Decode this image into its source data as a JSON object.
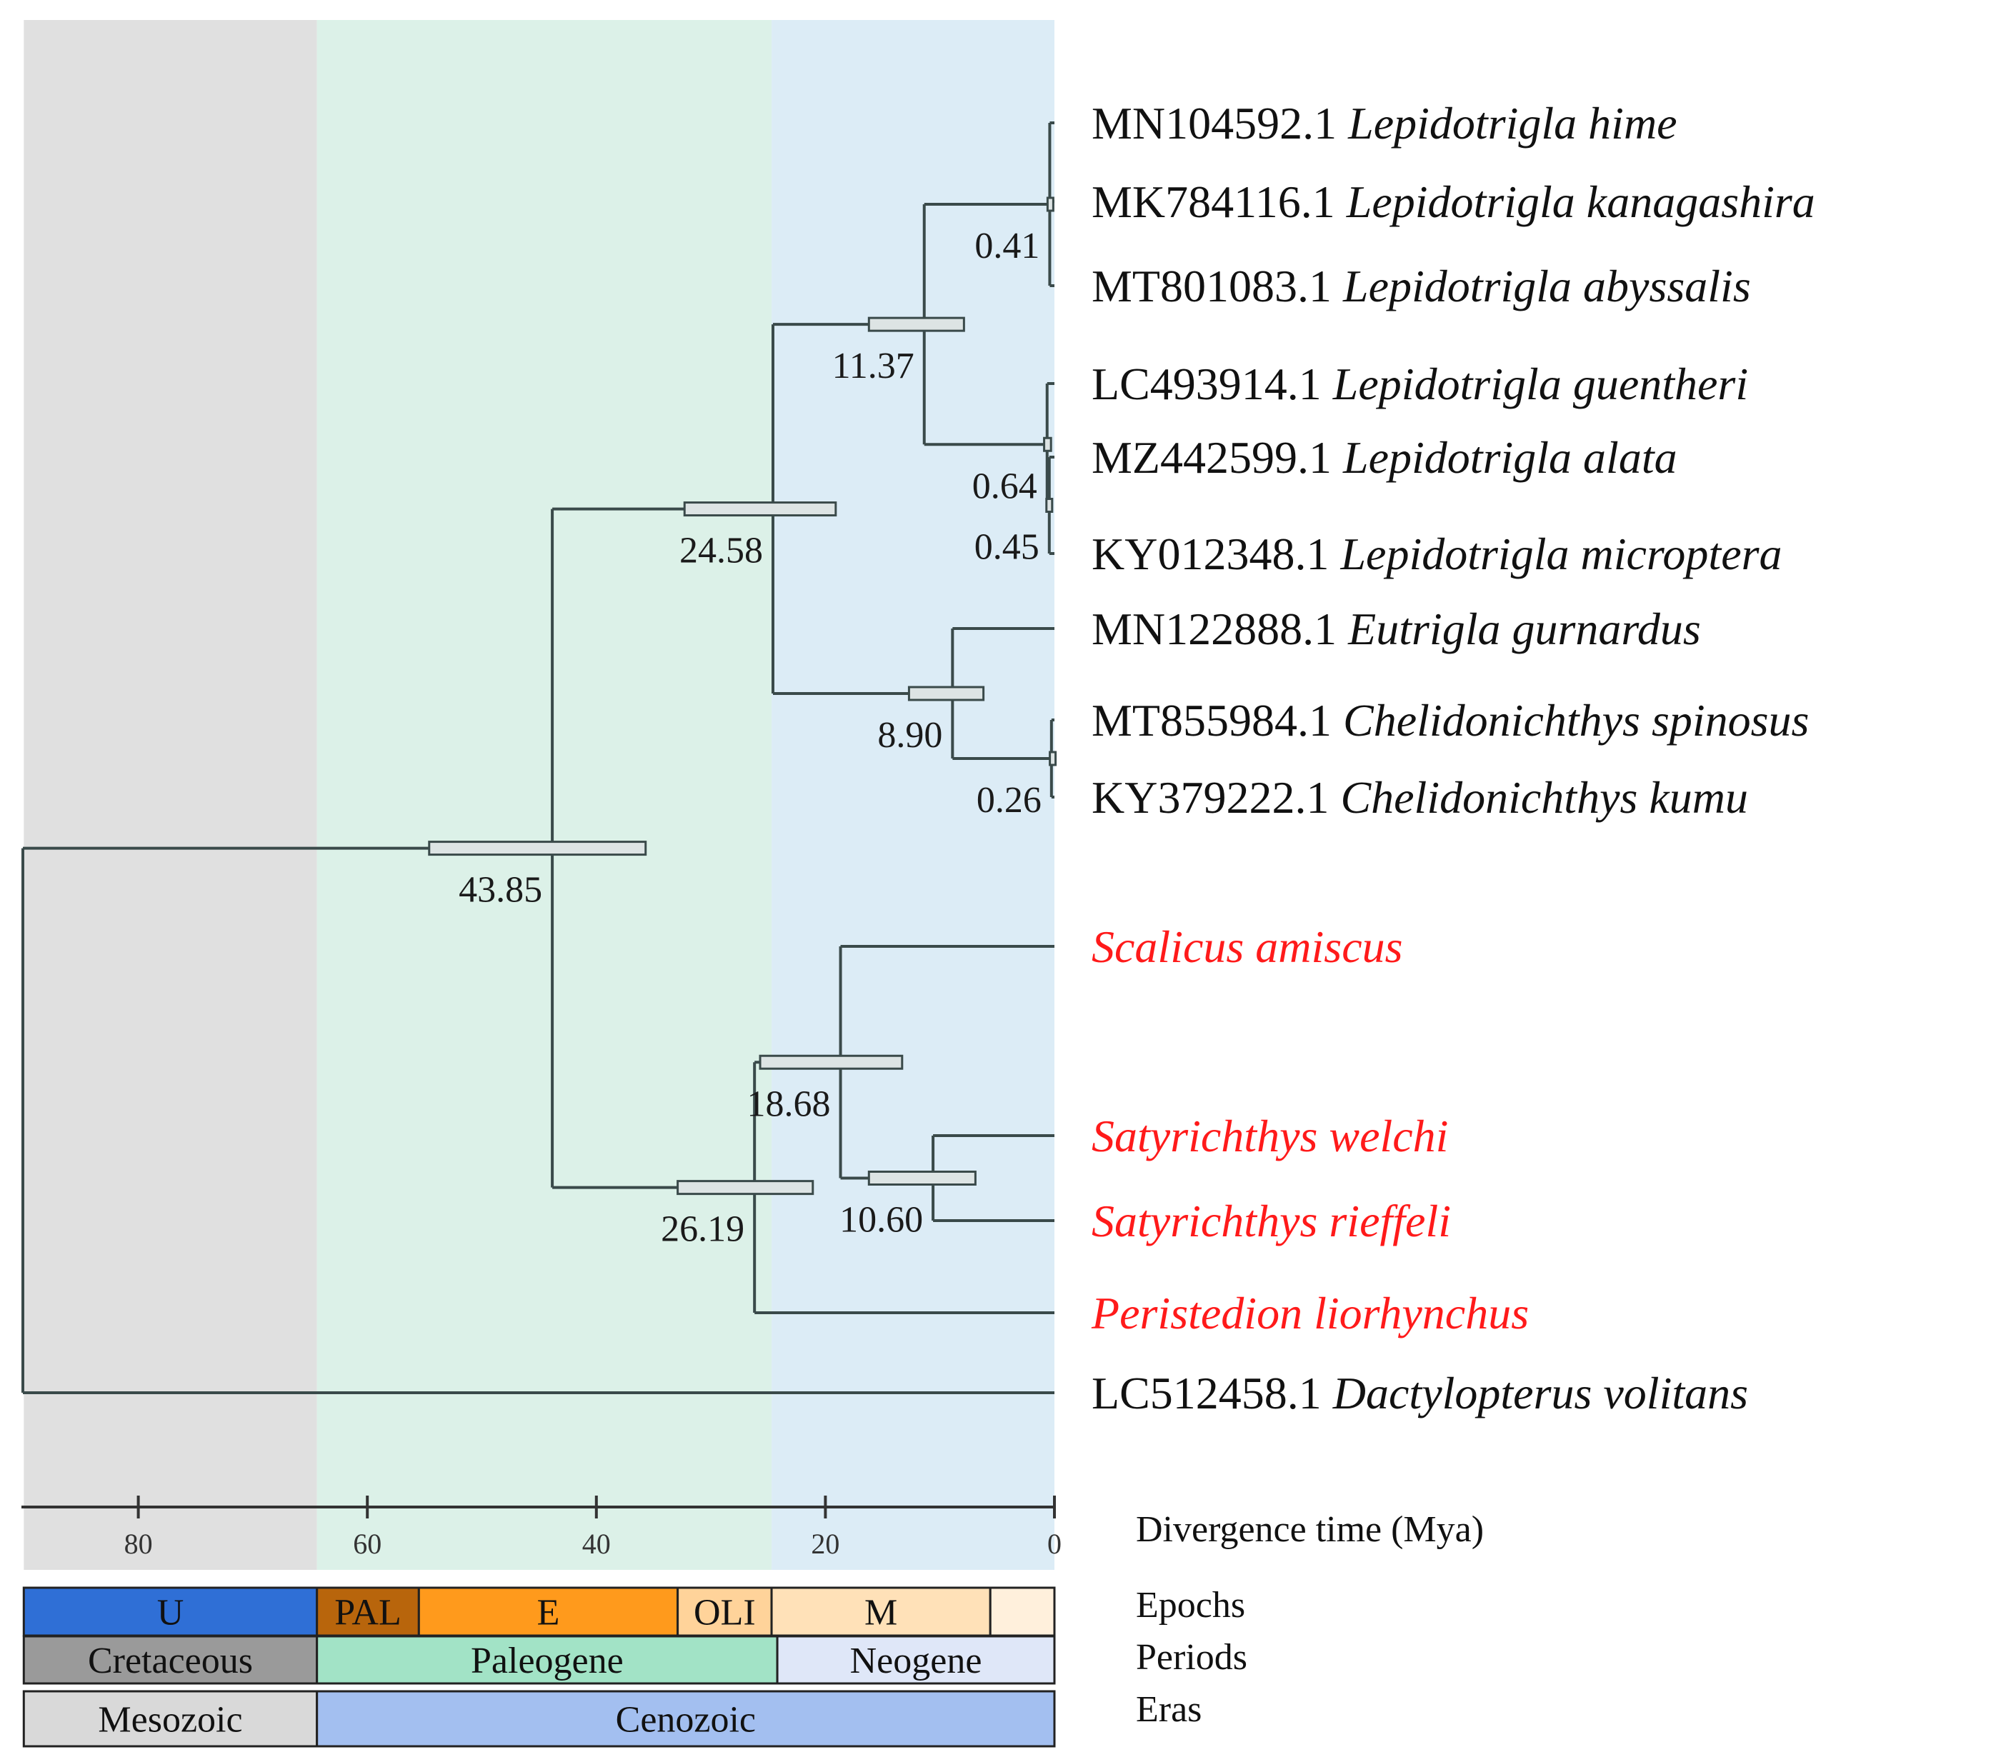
{
  "axis": {
    "label": "Divergence time (Mya)",
    "ticks": [
      80,
      60,
      40,
      20,
      0
    ],
    "max_mya": 90
  },
  "background_zones": [
    {
      "name": "Cretaceous",
      "from": 90,
      "to": 64.4,
      "color": "#e0e0e0"
    },
    {
      "name": "Paleogene",
      "from": 64.4,
      "to": 24.7,
      "color": "#dcf1e8"
    },
    {
      "name": "Neogene",
      "from": 24.7,
      "to": 0,
      "color": "#dcecf6"
    }
  ],
  "tips": [
    {
      "id": "t1",
      "accession": "MN104592.1",
      "species": "Lepidotrigla hime",
      "color": "#111111"
    },
    {
      "id": "t2",
      "accession": "MK784116.1",
      "species": "Lepidotrigla kanagashira",
      "color": "#111111"
    },
    {
      "id": "t3",
      "accession": "MT801083.1",
      "species": "Lepidotrigla abyssalis",
      "color": "#111111"
    },
    {
      "id": "t4",
      "accession": "LC493914.1",
      "species": "Lepidotrigla guentheri",
      "color": "#111111"
    },
    {
      "id": "t5",
      "accession": "MZ442599.1",
      "species": "Lepidotrigla alata",
      "color": "#111111"
    },
    {
      "id": "t6",
      "accession": "KY012348.1",
      "species": "Lepidotrigla microptera",
      "color": "#111111"
    },
    {
      "id": "t7",
      "accession": "MN122888.1",
      "species": "Eutrigla gurnardus",
      "color": "#111111"
    },
    {
      "id": "t8",
      "accession": "MT855984.1",
      "species": "Chelidonichthys spinosus",
      "color": "#111111"
    },
    {
      "id": "t9",
      "accession": "KY379222.1",
      "species": "Chelidonichthys kumu",
      "color": "#111111"
    },
    {
      "id": "t10",
      "accession": "",
      "species": "Scalicus amiscus",
      "color": "#ff1a1a"
    },
    {
      "id": "t11",
      "accession": "",
      "species": "Satyrichthys welchi",
      "color": "#ff1a1a"
    },
    {
      "id": "t12",
      "accession": "",
      "species": "Satyrichthys rieffeli",
      "color": "#ff1a1a"
    },
    {
      "id": "t13",
      "accession": "",
      "species": "Peristedion liorhynchus",
      "color": "#ff1a1a"
    },
    {
      "id": "t14",
      "accession": "LC512458.1",
      "species": "Dactylopterus volitans",
      "color": "#111111"
    }
  ],
  "nodes": [
    {
      "id": "n1",
      "age": 0.41,
      "label": "0.41",
      "hpd": [
        0.6,
        0.2
      ],
      "children": [
        "t1",
        "t2",
        "t3"
      ]
    },
    {
      "id": "n3",
      "age": 0.45,
      "label": "0.45",
      "hpd": [
        0.7,
        0.2
      ],
      "children": [
        "t5",
        "t6"
      ]
    },
    {
      "id": "n2",
      "age": 0.64,
      "label": "0.64",
      "hpd": [
        0.9,
        0.3
      ],
      "children": [
        "t4",
        "n3"
      ]
    },
    {
      "id": "n4",
      "age": 11.37,
      "label": "11.37",
      "hpd": [
        16.2,
        7.9
      ],
      "children": [
        "n1",
        "n2"
      ]
    },
    {
      "id": "n5",
      "age": 0.26,
      "label": "0.26",
      "hpd": [
        0.4,
        0.1
      ],
      "children": [
        "t8",
        "t9"
      ]
    },
    {
      "id": "n6",
      "age": 8.9,
      "label": "8.90",
      "hpd": [
        12.7,
        6.2
      ],
      "children": [
        "t7",
        "n5"
      ]
    },
    {
      "id": "n7",
      "age": 24.58,
      "label": "24.58",
      "hpd": [
        32.3,
        19.1
      ],
      "children": [
        "n4",
        "n6"
      ]
    },
    {
      "id": "n8",
      "age": 10.6,
      "label": "10.60",
      "hpd": [
        16.2,
        6.9
      ],
      "children": [
        "t11",
        "t12"
      ]
    },
    {
      "id": "n9",
      "age": 18.68,
      "label": "18.68",
      "hpd": [
        25.7,
        13.3
      ],
      "children": [
        "t10",
        "n8"
      ]
    },
    {
      "id": "n10",
      "age": 26.19,
      "label": "26.19",
      "hpd": [
        32.9,
        21.1
      ],
      "children": [
        "n9",
        "t13"
      ]
    },
    {
      "id": "n11",
      "age": 43.85,
      "label": "43.85",
      "hpd": [
        54.6,
        35.7
      ],
      "children": [
        "n7",
        "n10"
      ]
    },
    {
      "id": "root",
      "age": 90,
      "label": "",
      "hpd": null,
      "children": [
        "n11",
        "t14"
      ]
    }
  ],
  "timescale": {
    "epochs": {
      "label": "Epochs",
      "bands": [
        {
          "name": "U",
          "from": 90,
          "to": 64.4,
          "color": "#2f6fd6"
        },
        {
          "name": "PAL",
          "from": 64.4,
          "to": 55.5,
          "color": "#b8650c"
        },
        {
          "name": "E",
          "from": 55.5,
          "to": 32.9,
          "color": "#ff9a1c"
        },
        {
          "name": "OLI",
          "from": 32.9,
          "to": 24.7,
          "color": "#ffd39a"
        },
        {
          "name": "M",
          "from": 24.7,
          "to": 5.6,
          "color": "#ffe1b8"
        },
        {
          "name": "",
          "from": 5.6,
          "to": 0,
          "color": "#fff0dc"
        }
      ]
    },
    "periods": {
      "label": "Periods",
      "bands": [
        {
          "name": "Cretaceous",
          "from": 90,
          "to": 64.4,
          "color": "#9a9a9a"
        },
        {
          "name": "Paleogene",
          "from": 64.4,
          "to": 24.2,
          "color": "#a2e3c6"
        },
        {
          "name": "Neogene",
          "from": 24.2,
          "to": 0,
          "color": "#dfe7f8"
        }
      ]
    },
    "eras": {
      "label": "Eras",
      "bands": [
        {
          "name": "Mesozoic",
          "from": 90,
          "to": 64.4,
          "color": "#d9d9d9"
        },
        {
          "name": "Cenozoic",
          "from": 64.4,
          "to": 0,
          "color": "#a3bff0"
        }
      ]
    }
  }
}
